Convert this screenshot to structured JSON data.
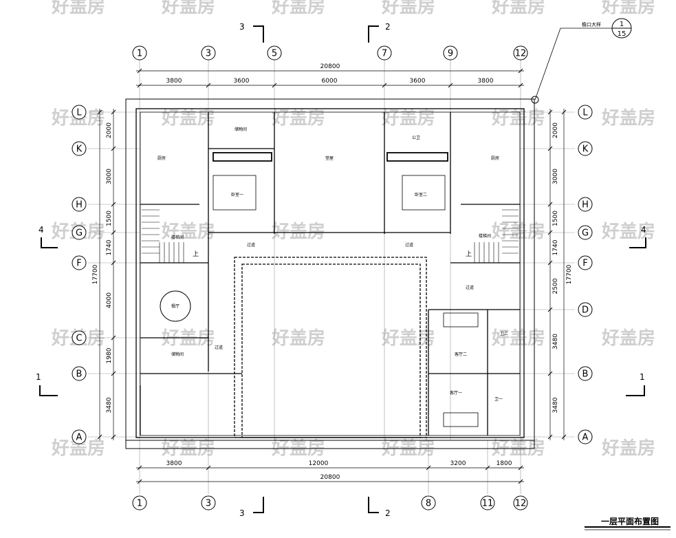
{
  "title": "一层平面布置图",
  "detail_callout": {
    "label": "檐口大样",
    "number": "1",
    "sheet": "15"
  },
  "watermark": "好盖房",
  "top_axes": [
    "1",
    "3",
    "5",
    "7",
    "9",
    "12"
  ],
  "top_dims": [
    "3800",
    "3600",
    "6000",
    "3600",
    "3800"
  ],
  "top_total": "20800",
  "bottom_axes": [
    "1",
    "3",
    "8",
    "11",
    "12"
  ],
  "bottom_dims": [
    "3800",
    "12000",
    "3200",
    "1800"
  ],
  "bottom_total": "20800",
  "left_axes": [
    "L",
    "K",
    "H",
    "G",
    "F",
    "C",
    "B",
    "A"
  ],
  "left_dims": [
    "2000",
    "3000",
    "1500",
    "1740",
    "4000",
    "1980",
    "3480"
  ],
  "left_total": "17700",
  "right_axes": [
    "L",
    "K",
    "H",
    "G",
    "F",
    "D",
    "B",
    "A"
  ],
  "right_dims": [
    "2000",
    "3000",
    "1500",
    "1740",
    "2500",
    "3480",
    "3480"
  ],
  "right_total": "17700",
  "section_marks": {
    "top_left": "3",
    "top_right": "2",
    "bottom_left": "3",
    "bottom_right": "2",
    "left_upper": "4",
    "right_upper": "4",
    "left_lower": "1",
    "right_lower": "1"
  },
  "rooms": [
    "厨房",
    "储物间",
    "卧室一",
    "堂屋",
    "卧室二",
    "公卫",
    "厨房",
    "楼梯间",
    "过道",
    "过道",
    "楼梯间",
    "餐厅",
    "储物间",
    "过道",
    "过道",
    "客厅二",
    "客厅一",
    "卫二",
    "卫一"
  ],
  "stair_up": "上"
}
